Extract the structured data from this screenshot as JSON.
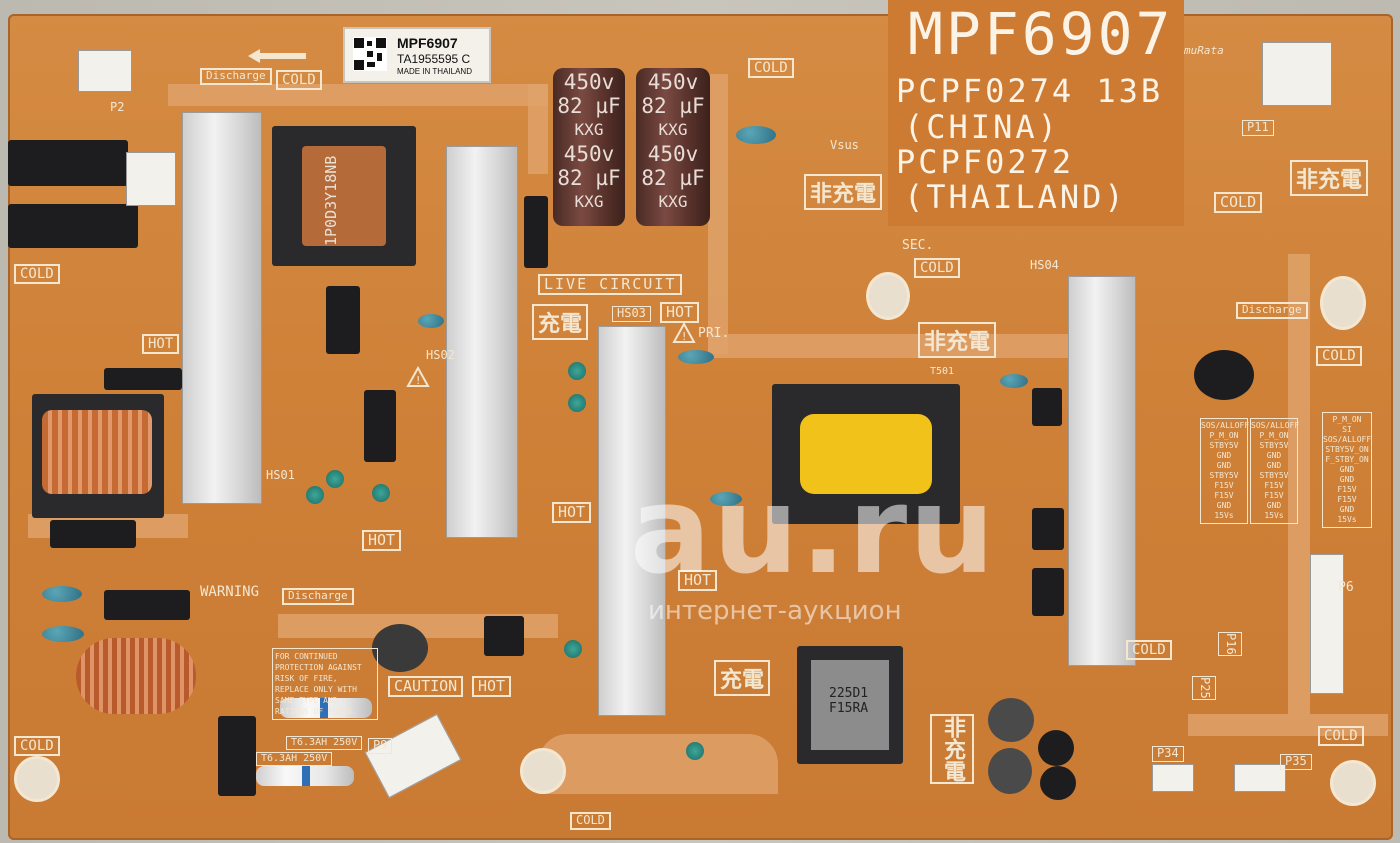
{
  "tag": {
    "model": "MPF6907",
    "line2": "PCPF0274 13B",
    "line3": "(CHINA)",
    "line4": "PCPF0272",
    "line5": "(THAILAND)"
  },
  "sticker": {
    "model": "MPF6907",
    "serial": "TA1955595 C",
    "origin": "MADE IN THAILAND"
  },
  "labels": {
    "cold": "COLD",
    "hot": "HOT",
    "discharge": "Discharge",
    "live_circuit": "LIVE CIRCUIT",
    "warning": "WARNING",
    "caution": "CAUTION",
    "sec": "SEC.",
    "pri": "PRI.",
    "vsus": "Vsus",
    "jp_charge": "充電",
    "jp_noncharge": "非充電",
    "murata": "muRata",
    "fuse1": "T6.3AH 250V",
    "fuse2": "T6.3AH 250V",
    "fire_note": "FOR CONTINUED PROTECTION AGAINST RISK OF FIRE, REPLACE ONLY WITH SAME TYPE AND RATINGS OF FUSES.",
    "hs01": "HS01",
    "hs02": "HS02",
    "hs03": "HS03",
    "hs04": "HS04",
    "p2": "P2",
    "p6": "P6",
    "p9": "P9",
    "p11": "P11",
    "p16": "P16",
    "p25": "P25",
    "p34": "P34",
    "p35": "P35",
    "t501": "T501",
    "transformer": "1P0D3Y18NB",
    "inductor": "225D1 F15RA"
  },
  "caps": {
    "c1": [
      "450v",
      "82 µF",
      "KXG",
      "450v",
      "82 µF",
      "KXG"
    ],
    "c2": [
      "450v",
      "82 µF",
      "KXG",
      "450v",
      "82 µF",
      "KXG"
    ]
  },
  "pinout": {
    "left": [
      "SOS/ALLOFF",
      "P_M_ON",
      "STBY5V",
      "GND",
      "GND",
      "STBY5V",
      "F15V",
      "F15V",
      "GND",
      "15Vs"
    ],
    "right": [
      "P_M_ON",
      "SI",
      "SOS/ALLOFF",
      "STBY5V_ON",
      "F_STBY_ON",
      "GND",
      "GND",
      "F15V",
      "F15V",
      "GND",
      "15Vs"
    ]
  },
  "watermark": {
    "brand": "au.ru",
    "subtitle": "интернет-аукцион"
  },
  "colors": {
    "pcb": "#cf8138",
    "silk": "#f3e7d2",
    "heatsink": "#e2e2e2",
    "capacitor": "#5a332c"
  }
}
